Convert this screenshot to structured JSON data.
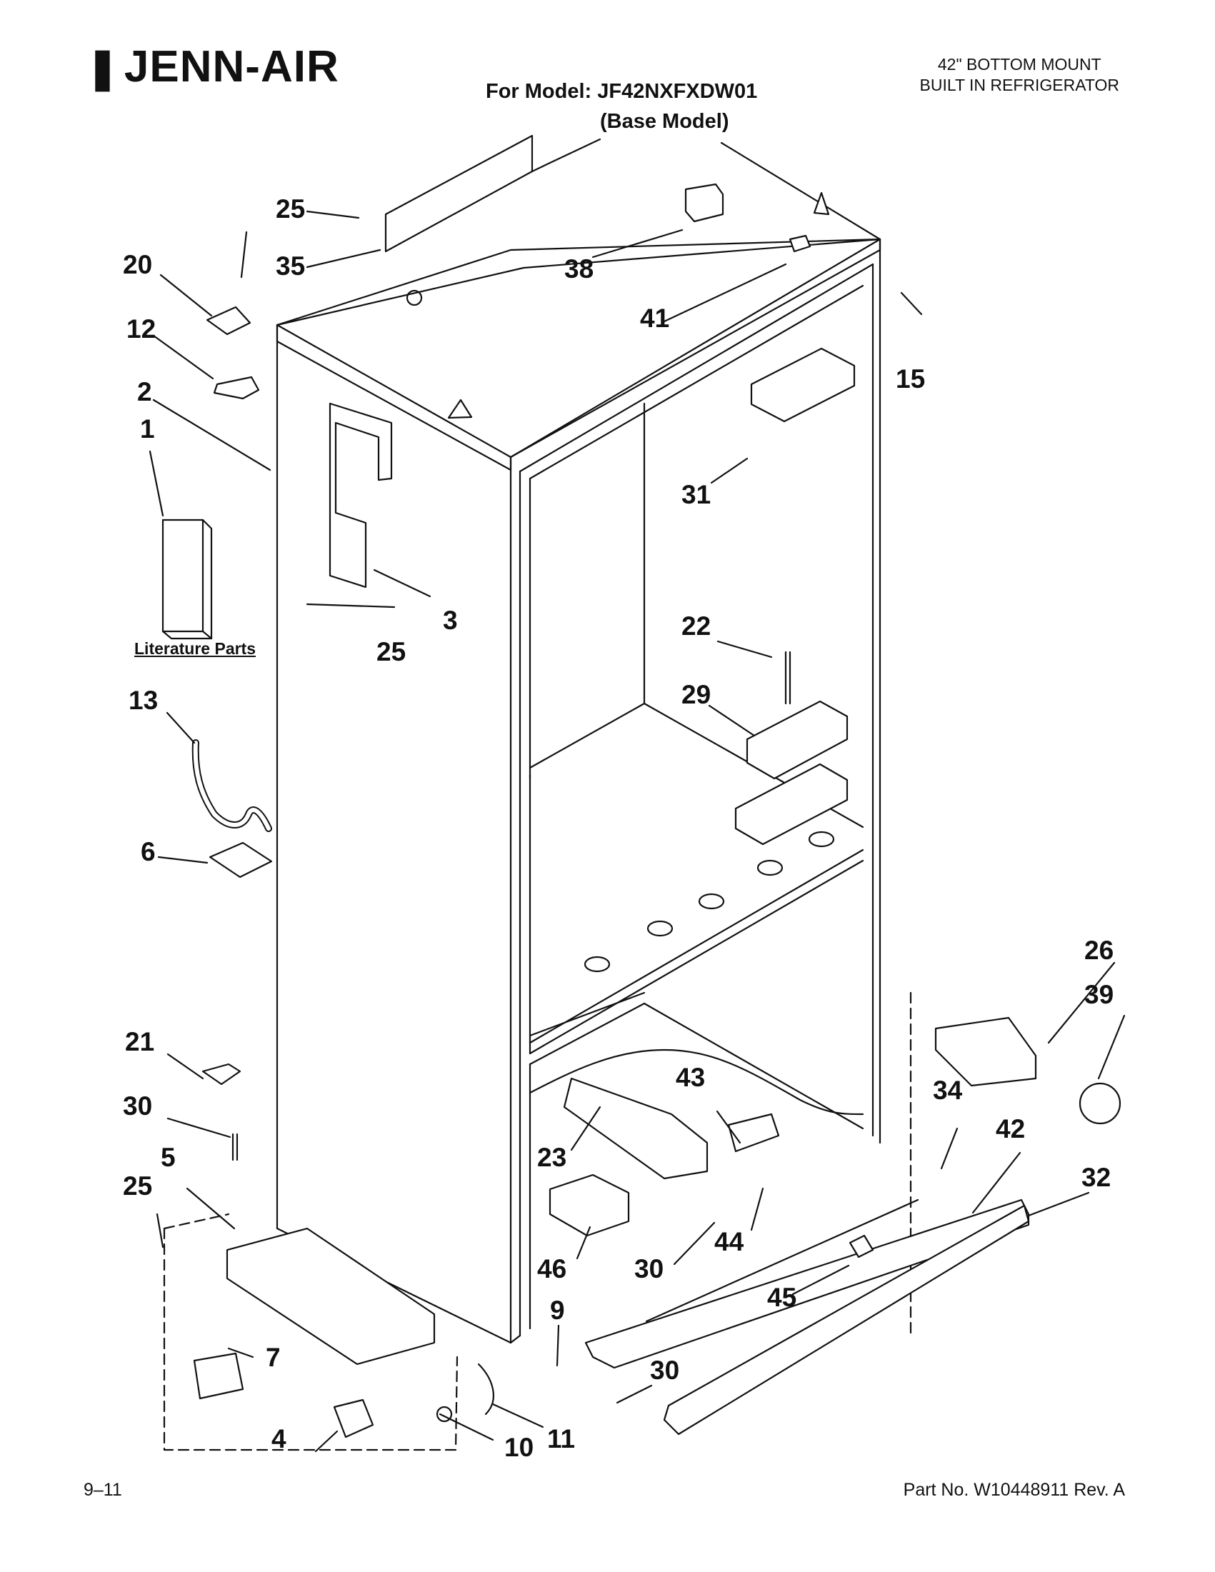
{
  "header": {
    "brand": "JENN-AIR",
    "model_line": "For Model: JF42NXFXDW01",
    "base_line": "(Base Model)",
    "product_line1": "42\" BOTTOM MOUNT",
    "product_line2": "BUILT IN REFRIGERATOR"
  },
  "literature_label": "Literature Parts",
  "footer": {
    "page": "9–11",
    "part_no": "Part No. W10448911 Rev. A"
  },
  "callouts": [
    {
      "id": "c25a",
      "text": "25"
    },
    {
      "id": "c35",
      "text": "35"
    },
    {
      "id": "c20",
      "text": "20"
    },
    {
      "id": "c12",
      "text": "12"
    },
    {
      "id": "c2",
      "text": "2"
    },
    {
      "id": "c1",
      "text": "1"
    },
    {
      "id": "c38",
      "text": "38"
    },
    {
      "id": "c41",
      "text": "41"
    },
    {
      "id": "c15",
      "text": "15"
    },
    {
      "id": "c31",
      "text": "31"
    },
    {
      "id": "c3",
      "text": "3"
    },
    {
      "id": "c25b",
      "text": "25"
    },
    {
      "id": "c22",
      "text": "22"
    },
    {
      "id": "c29",
      "text": "29"
    },
    {
      "id": "c13",
      "text": "13"
    },
    {
      "id": "c6",
      "text": "6"
    },
    {
      "id": "c26",
      "text": "26"
    },
    {
      "id": "c39",
      "text": "39"
    },
    {
      "id": "c21",
      "text": "21"
    },
    {
      "id": "c30a",
      "text": "30"
    },
    {
      "id": "c43",
      "text": "43"
    },
    {
      "id": "c34",
      "text": "34"
    },
    {
      "id": "c42",
      "text": "42"
    },
    {
      "id": "c5",
      "text": "5"
    },
    {
      "id": "c23",
      "text": "23"
    },
    {
      "id": "c32",
      "text": "32"
    },
    {
      "id": "c25c",
      "text": "25"
    },
    {
      "id": "c46",
      "text": "46"
    },
    {
      "id": "c30b",
      "text": "30"
    },
    {
      "id": "c44",
      "text": "44"
    },
    {
      "id": "c45",
      "text": "45"
    },
    {
      "id": "c9",
      "text": "9"
    },
    {
      "id": "c7",
      "text": "7"
    },
    {
      "id": "c30c",
      "text": "30"
    },
    {
      "id": "c4",
      "text": "4"
    },
    {
      "id": "c10",
      "text": "10"
    },
    {
      "id": "c11",
      "text": "11"
    }
  ]
}
